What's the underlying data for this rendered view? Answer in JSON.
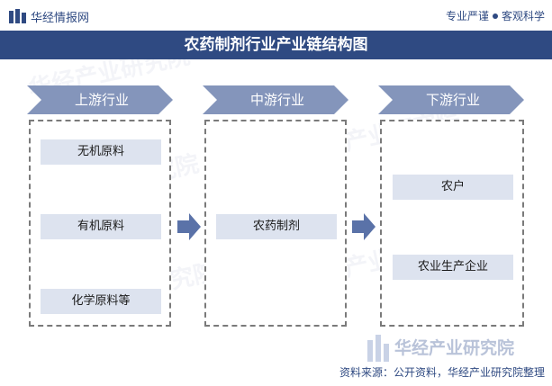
{
  "header": {
    "brand": "华经情报网",
    "slogan_left": "专业严谨",
    "slogan_right": "客观科学"
  },
  "title": "农药制剂行业产业链结构图",
  "stages": {
    "upstream": {
      "label": "上游行业",
      "items": [
        "无机原料",
        "有机原料",
        "化学原料等"
      ]
    },
    "midstream": {
      "label": "中游行业",
      "items": [
        "农药制剂"
      ]
    },
    "downstream": {
      "label": "下游行业",
      "items": [
        "农户",
        "农业生产企业"
      ]
    }
  },
  "footer": {
    "watermark_brand": "华经产业研究院",
    "source": "资料来源：公开资料，华经产业研究院整理"
  },
  "colors": {
    "primary": "#2f4a82",
    "chevron": "#8495bb",
    "item_bg": "#dde3ef",
    "flow_arrow": "#5a72a8",
    "dashed_border": "#7a7a7a"
  }
}
